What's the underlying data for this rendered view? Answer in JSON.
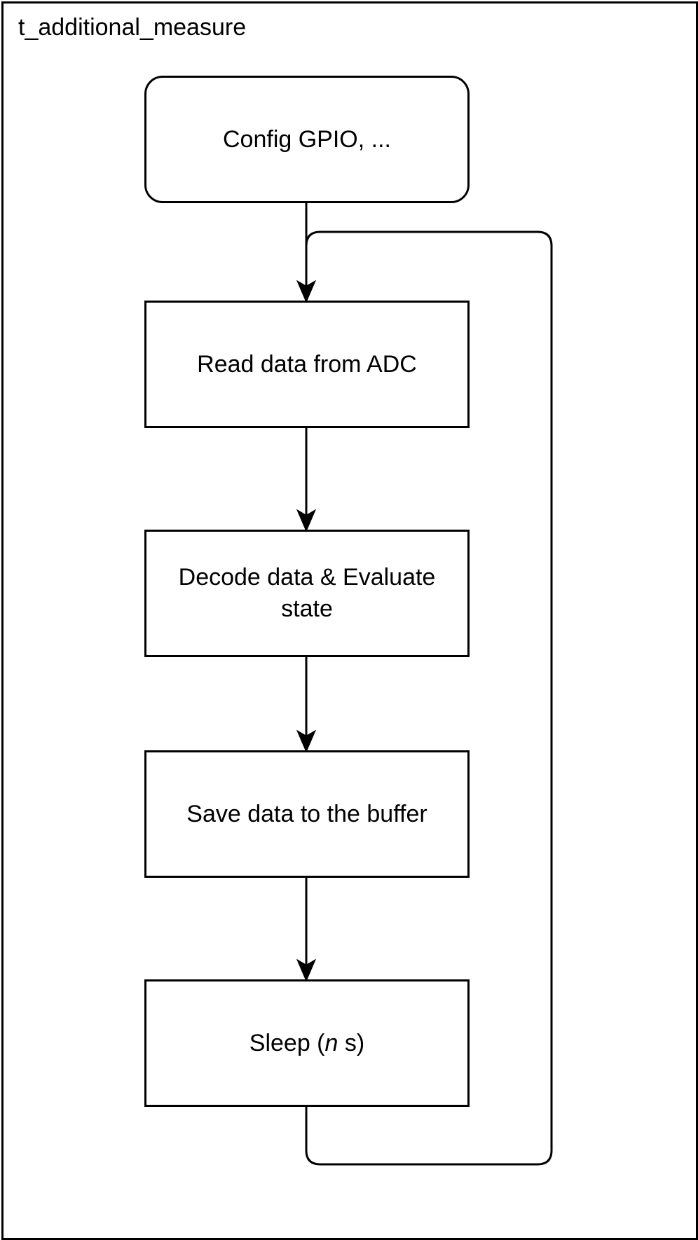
{
  "diagram": {
    "container_label": "t_additional_measure",
    "nodes": [
      {
        "id": "config",
        "shape": "rounded-rectangle",
        "label": "Config GPIO, ..."
      },
      {
        "id": "read",
        "shape": "rectangle",
        "label": "Read data from ADC"
      },
      {
        "id": "decode",
        "shape": "rectangle",
        "label": "Decode data & Evaluate state"
      },
      {
        "id": "save",
        "shape": "rectangle",
        "label": "Save data to the buffer"
      },
      {
        "id": "sleep",
        "shape": "rectangle",
        "label_parts": [
          "Sleep (",
          "n",
          " s)"
        ]
      }
    ],
    "edges": [
      {
        "from": "config",
        "to": "read"
      },
      {
        "from": "read",
        "to": "decode"
      },
      {
        "from": "decode",
        "to": "save"
      },
      {
        "from": "save",
        "to": "sleep"
      },
      {
        "from": "sleep",
        "to": "read",
        "type": "loop-back"
      }
    ],
    "colors": {
      "stroke": "#000000",
      "fill": "#ffffff",
      "text": "#000000"
    }
  }
}
